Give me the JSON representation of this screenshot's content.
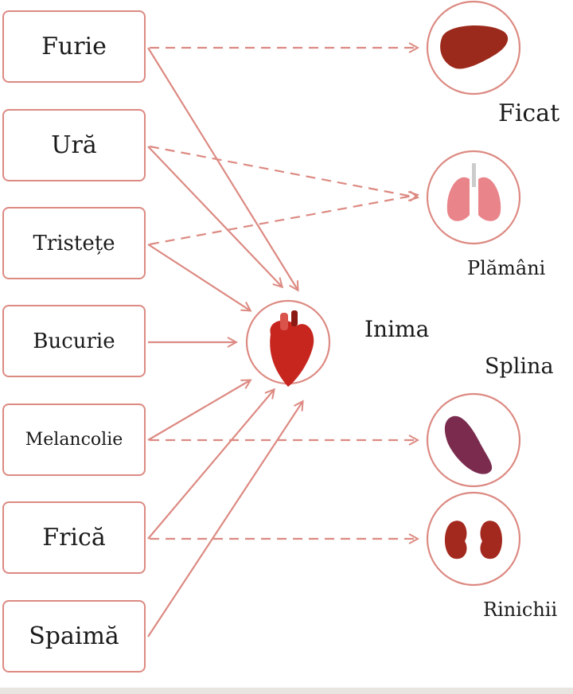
{
  "emotions": [
    "Furie",
    "Ură",
    "Tristețe",
    "Bucurie",
    "Melancolie",
    "Frică",
    "Spaimă"
  ],
  "organs": {
    "liver": "Ficat",
    "lungs": "Plămâni",
    "heart": "Inima",
    "spleen": "Splina",
    "kidneys": "Rinichii"
  },
  "colors": {
    "line": "#dc8a82",
    "organ": "#b8302a"
  }
}
